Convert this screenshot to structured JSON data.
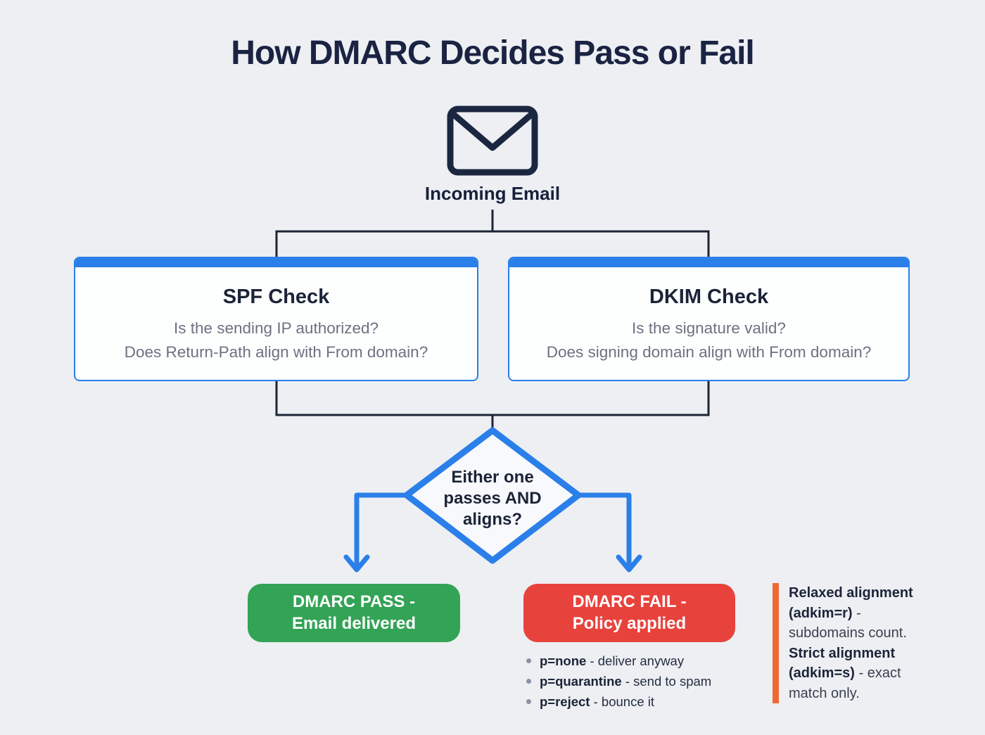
{
  "title": "How DMARC Decides Pass or Fail",
  "incoming_email": {
    "label": "Incoming Email",
    "icon": "envelope-icon"
  },
  "checks": [
    {
      "title": "SPF Check",
      "line1": "Is the sending IP authorized?",
      "line2": "Does Return-Path align with From domain?"
    },
    {
      "title": "DKIM Check",
      "line1": "Is the signature valid?",
      "line2": "Does signing domain align with From domain?"
    }
  ],
  "decision": {
    "line1": "Either one",
    "line2": "passes AND",
    "line3": "aligns?"
  },
  "outcomes": {
    "pass": {
      "line1": "DMARC PASS -",
      "line2": "Email delivered",
      "color": "#33a356"
    },
    "fail": {
      "line1": "DMARC FAIL -",
      "line2": "Policy applied",
      "color": "#e8423d"
    }
  },
  "policy_bullets": [
    {
      "term": "p=none",
      "desc": " - deliver anyway"
    },
    {
      "term": "p=quarantine",
      "desc": " - send to spam"
    },
    {
      "term": "p=reject",
      "desc": " - bounce it"
    }
  ],
  "note": {
    "accent_color": "#ee6a32",
    "segments": [
      {
        "text": "Relaxed alignment (adkim=r)",
        "bold": true
      },
      {
        "text": " - subdomains count. ",
        "bold": false
      },
      {
        "text": "Strict alignment (adkim=s)",
        "bold": true
      },
      {
        "text": " - exact match only.",
        "bold": false
      }
    ]
  },
  "colors": {
    "background": "#edeff3",
    "accent_blue": "#2b7fe9",
    "dark_navy": "#1b2437",
    "line_dark": "#1c2534",
    "pass_green": "#33a356",
    "fail_red": "#e8423d",
    "note_orange": "#ee6a32",
    "subtitle_gray": "#6b7280"
  }
}
